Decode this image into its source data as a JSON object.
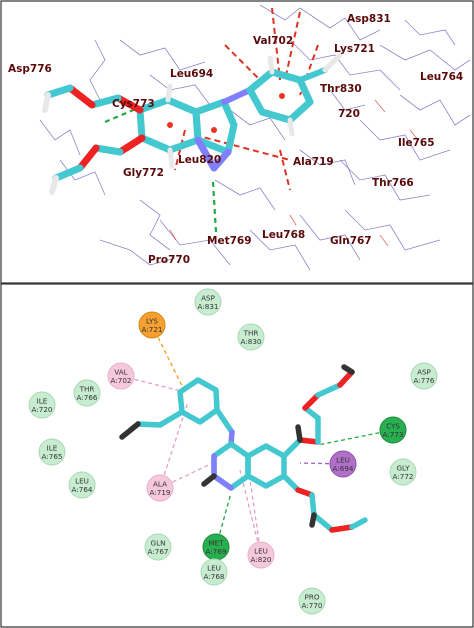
{
  "top_panel": {
    "labels": [
      {
        "id": "asp831",
        "text": "Asp831"
      },
      {
        "id": "val702",
        "text": "Val702"
      },
      {
        "id": "lys721",
        "text": "Lys721"
      },
      {
        "id": "asp776",
        "text": "Asp776"
      },
      {
        "id": "leu694",
        "text": "Leu694"
      },
      {
        "id": "leu764",
        "text": "Leu764"
      },
      {
        "id": "cys773",
        "text": "Cys773"
      },
      {
        "id": "thr830",
        "text": "Thr830"
      },
      {
        "id": "n720",
        "text": "720"
      },
      {
        "id": "ile765",
        "text": "Ile765"
      },
      {
        "id": "leu820",
        "text": "Leu820"
      },
      {
        "id": "ala719",
        "text": "Ala719"
      },
      {
        "id": "gly772",
        "text": "Gly772"
      },
      {
        "id": "thr766",
        "text": "Thr766"
      },
      {
        "id": "met769",
        "text": "Met769"
      },
      {
        "id": "leu768",
        "text": "Leu768"
      },
      {
        "id": "gln767",
        "text": "Gln767"
      },
      {
        "id": "pro770",
        "text": "Pro770"
      }
    ]
  },
  "bottom_panel": {
    "residues": [
      {
        "id": "asp831",
        "name": "ASP",
        "sub": "A:831"
      },
      {
        "id": "lys721",
        "name": "LYS",
        "sub": "A:721"
      },
      {
        "id": "thr830",
        "name": "THR",
        "sub": "A:830"
      },
      {
        "id": "val702",
        "name": "VAL",
        "sub": "A:702"
      },
      {
        "id": "asp776",
        "name": "ASP",
        "sub": "A:776"
      },
      {
        "id": "thr766",
        "name": "THR",
        "sub": "A:766"
      },
      {
        "id": "ile720",
        "name": "ILE",
        "sub": "A:720"
      },
      {
        "id": "cys773",
        "name": "CYS",
        "sub": "A:773"
      },
      {
        "id": "ile765",
        "name": "ILE",
        "sub": "A:765"
      },
      {
        "id": "leu694",
        "name": "LEU",
        "sub": "A:694"
      },
      {
        "id": "leu764",
        "name": "LEU",
        "sub": "A:764"
      },
      {
        "id": "gly772",
        "name": "GLY",
        "sub": "A:772"
      },
      {
        "id": "ala719",
        "name": "ALA",
        "sub": "A:719"
      },
      {
        "id": "gln767",
        "name": "GLN",
        "sub": "A:767"
      },
      {
        "id": "met769",
        "name": "MET",
        "sub": "A:769"
      },
      {
        "id": "leu820",
        "name": "LEU",
        "sub": "A:820"
      },
      {
        "id": "leu768",
        "name": "LEU",
        "sub": "A:768"
      },
      {
        "id": "pro770",
        "name": "PRO",
        "sub": "A:770"
      }
    ]
  },
  "colors": {
    "border": "#333333",
    "label_3d": "#5a0a0a",
    "hbond_dash": "#22aa44",
    "hydrophobic_dash": "#e0a0c8",
    "cation_dash": "#f0a020",
    "sulfur_dash": "#a060c0",
    "contact_dash": "#dd3322",
    "carbon": "#44c8d0",
    "nitrogen": "#8080ff",
    "oxygen": "#ee2222",
    "hydrogen": "#e8e8e8",
    "vdw_fill": "#c8ecd0",
    "hbond_fill": "#28b050",
    "pi_alkyl_fill": "#f5c8dc",
    "cation_fill": "#f5a030",
    "sulfur_fill": "#b070c8"
  }
}
